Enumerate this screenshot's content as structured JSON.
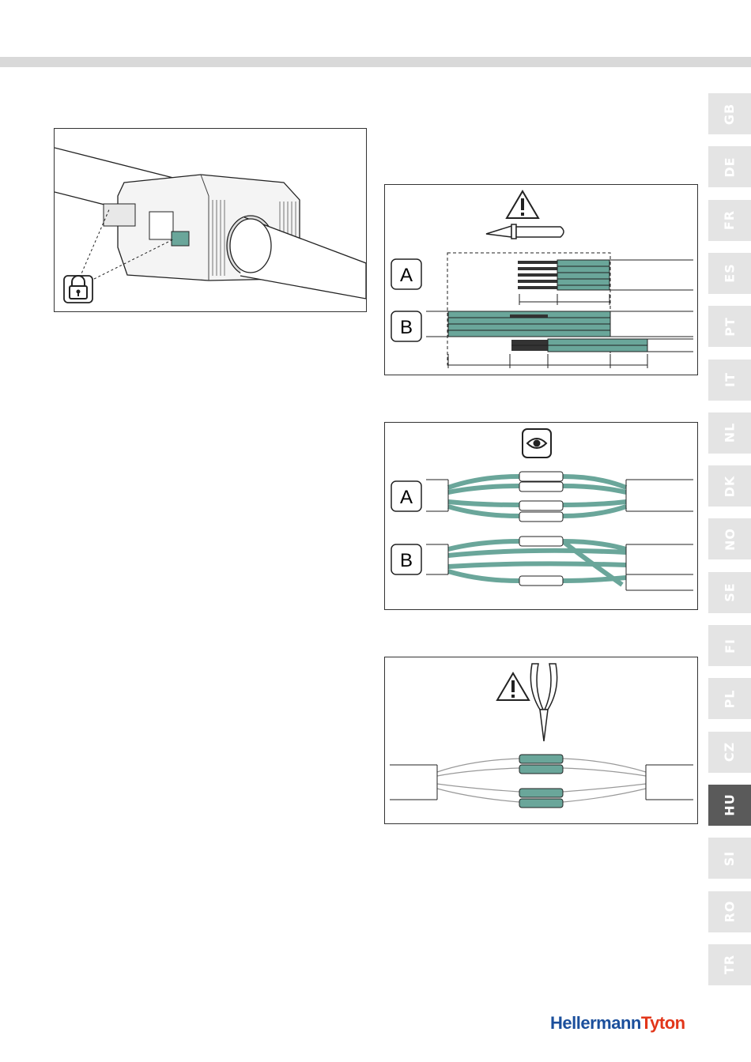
{
  "brand": {
    "part1": "Hellermann",
    "part2": "Tyton",
    "color1": "#1b4f9c",
    "color2": "#e2361a"
  },
  "languages": [
    {
      "code": "GB",
      "active": false
    },
    {
      "code": "DE",
      "active": false
    },
    {
      "code": "FR",
      "active": false
    },
    {
      "code": "ES",
      "active": false
    },
    {
      "code": "PT",
      "active": false
    },
    {
      "code": "IT",
      "active": false
    },
    {
      "code": "NL",
      "active": false
    },
    {
      "code": "DK",
      "active": false
    },
    {
      "code": "NO",
      "active": false
    },
    {
      "code": "SE",
      "active": false
    },
    {
      "code": "FI",
      "active": false
    },
    {
      "code": "PL",
      "active": false
    },
    {
      "code": "CZ",
      "active": false
    },
    {
      "code": "HU",
      "active": true
    },
    {
      "code": "SI",
      "active": false
    },
    {
      "code": "RO",
      "active": false
    },
    {
      "code": "TR",
      "active": false
    }
  ],
  "figures": {
    "strip": {
      "label_a": "A",
      "label_b": "B",
      "icons": [
        "warning-icon",
        "knife-icon"
      ]
    },
    "inspect": {
      "label_a": "A",
      "label_b": "B",
      "icons": [
        "eye-icon"
      ]
    },
    "crimp": {
      "icons": [
        "warning-icon",
        "pliers-icon"
      ]
    },
    "closure": {
      "icons": [
        "lock-icon"
      ]
    }
  },
  "colors": {
    "wire": "#6aa69a",
    "tab_bg": "#e4e4e4",
    "tab_active": "#5a5a5a",
    "bar": "#d9d9d9"
  }
}
